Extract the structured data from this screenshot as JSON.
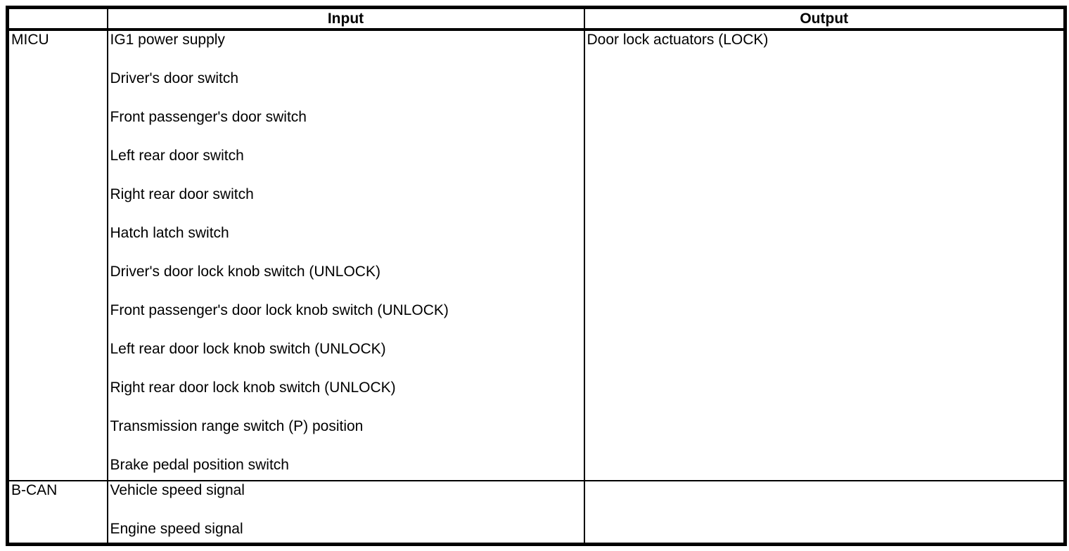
{
  "table": {
    "headers": {
      "source": "",
      "input": "Input",
      "output": "Output"
    },
    "rows": [
      {
        "source": "MICU",
        "inputs": [
          "IG1 power supply",
          "Driver's door switch",
          "Front passenger's door switch",
          "Left rear door switch",
          "Right rear door switch",
          "Hatch latch switch",
          "Driver's door lock knob switch (UNLOCK)",
          "Front passenger's door lock knob switch (UNLOCK)",
          "Left rear door lock knob switch (UNLOCK)",
          "Right rear door lock knob switch (UNLOCK)",
          "Transmission range switch (P) position",
          "Brake pedal position switch"
        ],
        "outputs": [
          "Door lock actuators (LOCK)"
        ]
      },
      {
        "source": "B-CAN",
        "inputs": [
          "Vehicle speed signal",
          "Engine speed signal"
        ],
        "outputs": []
      }
    ]
  },
  "colors": {
    "border": "#000000",
    "text": "#000000",
    "background": "#ffffff"
  }
}
